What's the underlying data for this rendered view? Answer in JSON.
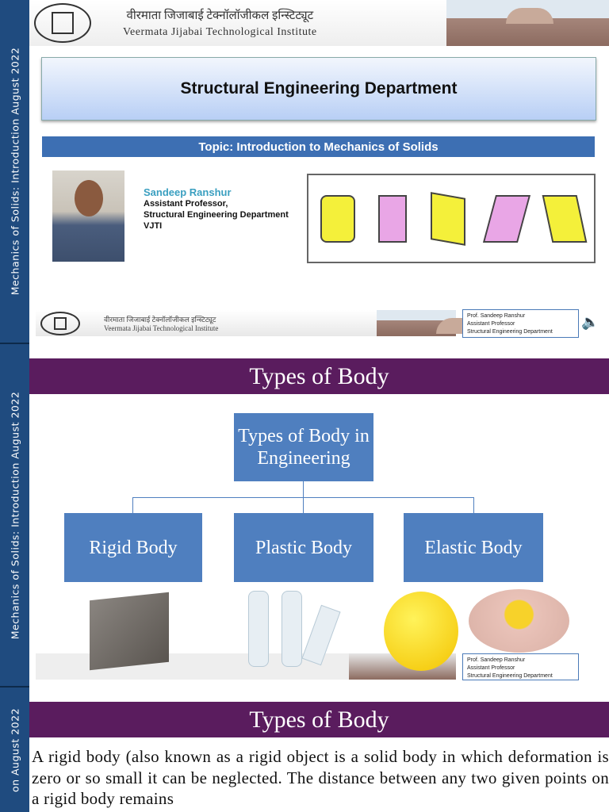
{
  "sidebar": {
    "slide1": "Mechanics of Solids: Introduction     August 2022",
    "slide2": "Mechanics of Solids: Introduction     August 2022",
    "slide3": "on     August 2022"
  },
  "banner": {
    "hindi": "वीरमाता जिजाबाई टेक्नॉलॉजीकल इन्स्टिट्यूट",
    "english": "Veermata Jijabai Technological Institute"
  },
  "slide1": {
    "title": "Structural Engineering Department",
    "topic": "Topic: Introduction to Mechanics of Solids",
    "presenter": {
      "name": "Sandeep Ranshur",
      "role": "Assistant Professor,",
      "dept": "Structural Engineering Department",
      "inst": "VJTI"
    }
  },
  "footer": {
    "line1": "Prof. Sandeep Ranshur",
    "line2": "Assistant Professor",
    "line3": "Structural Engineering Department"
  },
  "slide2": {
    "heading": "Types of Body",
    "root": "Types of Body in Engineering",
    "children": [
      "Rigid Body",
      "Plastic Body",
      "Elastic Body"
    ]
  },
  "slide3": {
    "heading": "Types of Body",
    "paragraph": "A rigid body (also known as a rigid object is a solid body in which deformation is zero or so small it can be neglected. The distance between any two given points on a rigid body remains"
  },
  "colors": {
    "sidebar": "#1f4b7f",
    "heading_bar": "#5a1c5e",
    "node": "#4f7fbf",
    "topic_bar": "#3d6fb3"
  }
}
